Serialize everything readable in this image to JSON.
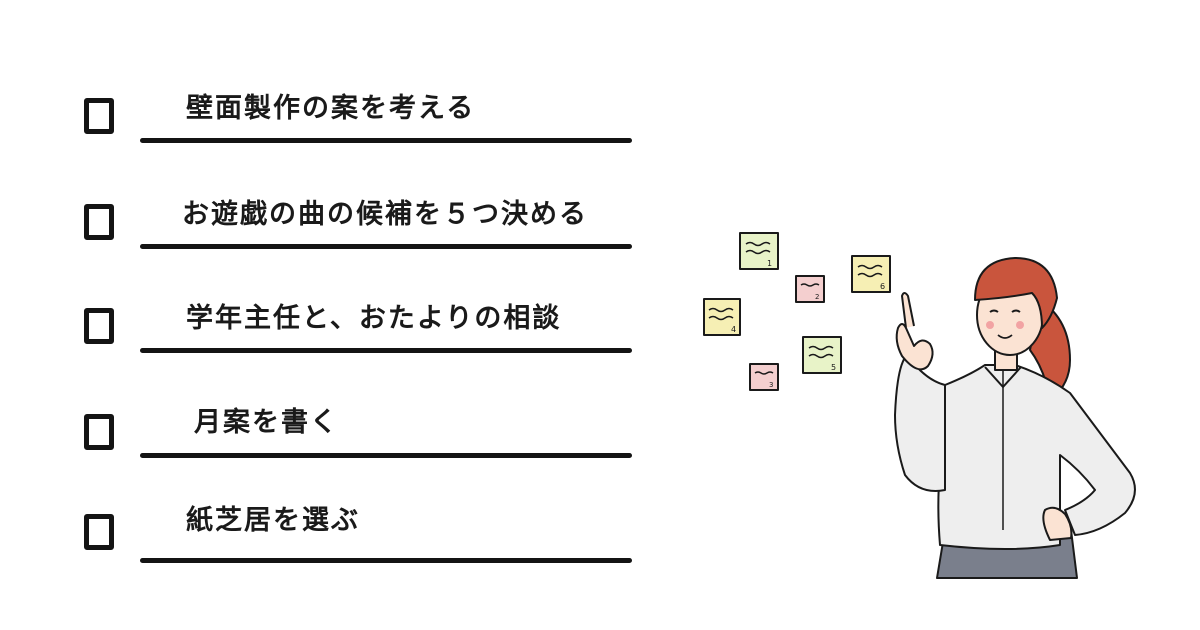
{
  "checklist": {
    "items": [
      {
        "text": "壁面製作の案を考える",
        "checked": false
      },
      {
        "text": "お遊戯の曲の候補を５つ決める",
        "checked": false
      },
      {
        "text": "学年主任と、おたよりの相談",
        "checked": false
      },
      {
        "text": "月案を書く",
        "checked": false
      },
      {
        "text": "紙芝居を選ぶ",
        "checked": false
      }
    ]
  },
  "illustration": {
    "note_numbers": [
      "1",
      "2",
      "6",
      "4",
      "5",
      "3"
    ],
    "colors": {
      "note_yellow": "#f6efb4",
      "note_green": "#e8f3c8",
      "note_pink": "#f4cfcf",
      "hair": "#c9553d",
      "shirt": "#eeeeee",
      "pants": "#7a7f8c",
      "outline": "#1a1a1a"
    }
  }
}
